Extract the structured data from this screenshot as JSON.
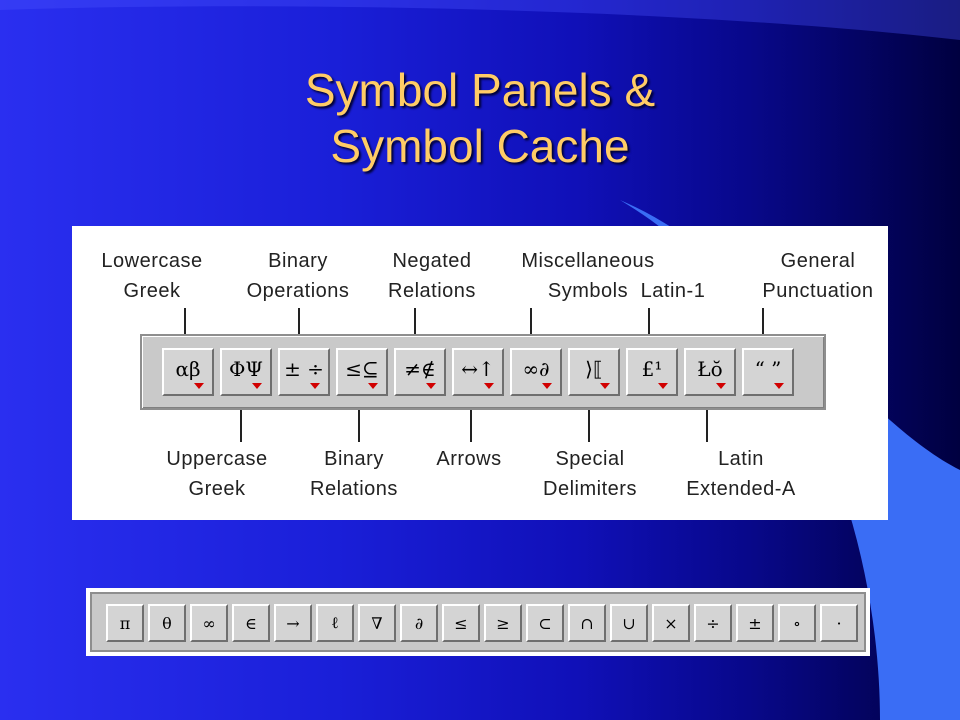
{
  "slide": {
    "title_line1": "Symbol Panels &",
    "title_line2": "Symbol Cache",
    "title_color": "#ffcc66",
    "accent_curve_color": "#3a6df5"
  },
  "diagram": {
    "top_labels": [
      {
        "line1": "Lowercase",
        "line2": "Greek"
      },
      {
        "line1": "Binary",
        "line2": "Operations"
      },
      {
        "line1": "Negated",
        "line2": "Relations"
      },
      {
        "line1": "Miscellaneous",
        "line2": "Symbols"
      },
      {
        "line1": "",
        "line2": "Latin-1"
      },
      {
        "line1": "General",
        "line2": "Punctuation"
      }
    ],
    "bottom_labels": [
      {
        "line1": "Uppercase",
        "line2": "Greek"
      },
      {
        "line1": "Binary",
        "line2": "Relations"
      },
      {
        "line1": "Arrows",
        "line2": ""
      },
      {
        "line1": "Special",
        "line2": "Delimiters"
      },
      {
        "line1": "Latin",
        "line2": "Extended-A"
      }
    ],
    "toolbar_buttons": [
      {
        "glyph": "αβ",
        "name": "lowercase-greek-button"
      },
      {
        "glyph": "ΦΨ",
        "name": "uppercase-greek-button"
      },
      {
        "glyph": "± ÷",
        "name": "binary-operations-button"
      },
      {
        "glyph": "≤⊆",
        "name": "binary-relations-button"
      },
      {
        "glyph": "≠∉",
        "name": "negated-relations-button"
      },
      {
        "glyph": "↔↑",
        "name": "arrows-button"
      },
      {
        "glyph": "∞∂",
        "name": "miscellaneous-symbols-button"
      },
      {
        "glyph": "⟩⟦",
        "name": "special-delimiters-button"
      },
      {
        "glyph": "£¹",
        "name": "latin-1-button"
      },
      {
        "glyph": "Łŏ",
        "name": "latin-extended-a-button"
      },
      {
        "glyph": "“ ”",
        "name": "general-punctuation-button"
      }
    ],
    "dropdown_arrow_color": "#d10000"
  },
  "cache": {
    "symbols": [
      "π",
      "θ",
      "∞",
      "∈",
      "→",
      "ℓ",
      "∇",
      "∂",
      "≤",
      "≥",
      "⊂",
      "∩",
      "∪",
      "×",
      "÷",
      "±",
      "∘",
      "·"
    ]
  }
}
